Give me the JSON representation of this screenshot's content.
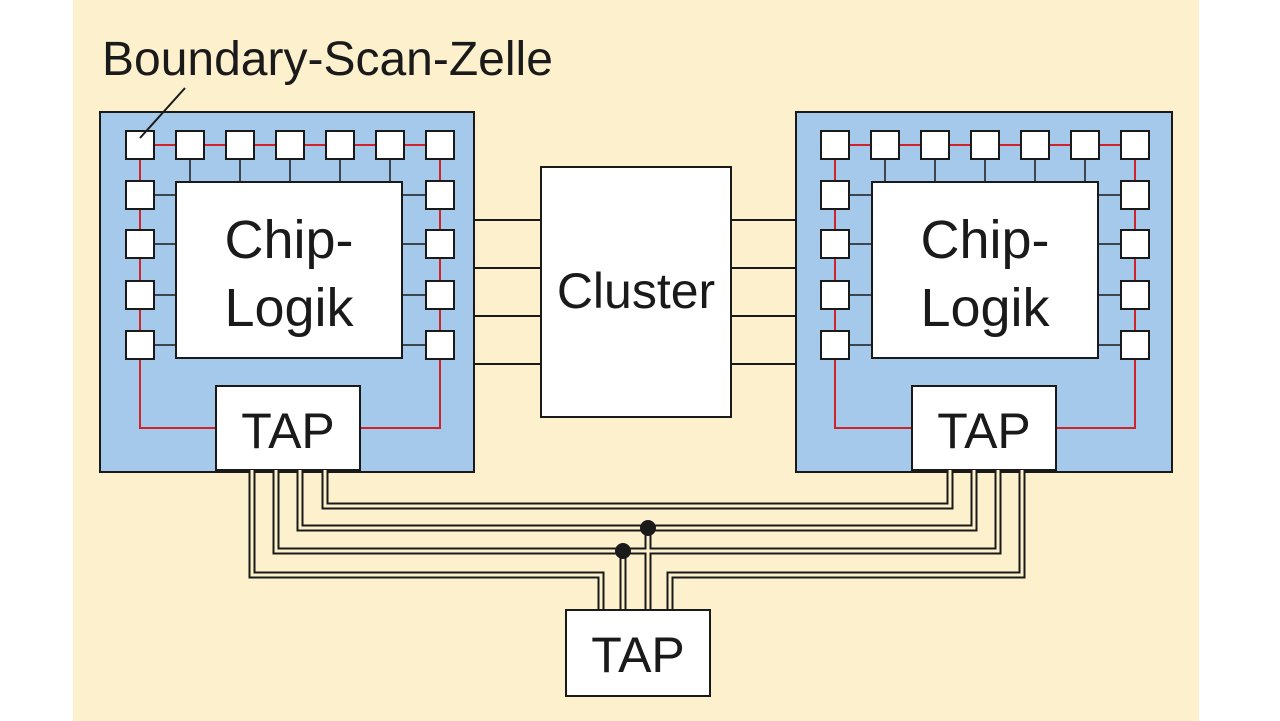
{
  "diagram": {
    "callout_label": "Boundary-Scan-Zelle",
    "left_chip": {
      "logic_label_line1": "Chip-",
      "logic_label_line2": "Logik",
      "tap_label": "TAP"
    },
    "right_chip": {
      "logic_label_line1": "Chip-",
      "logic_label_line2": "Logik",
      "tap_label": "TAP"
    },
    "cluster_label": "Cluster",
    "master_tap_label": "TAP",
    "colors": {
      "background": "#fcf0cd",
      "chip_fill": "#a5c9ea",
      "scan_chain": "#d0242b",
      "outline": "#1a1a1a",
      "box_fill": "#ffffff"
    }
  }
}
